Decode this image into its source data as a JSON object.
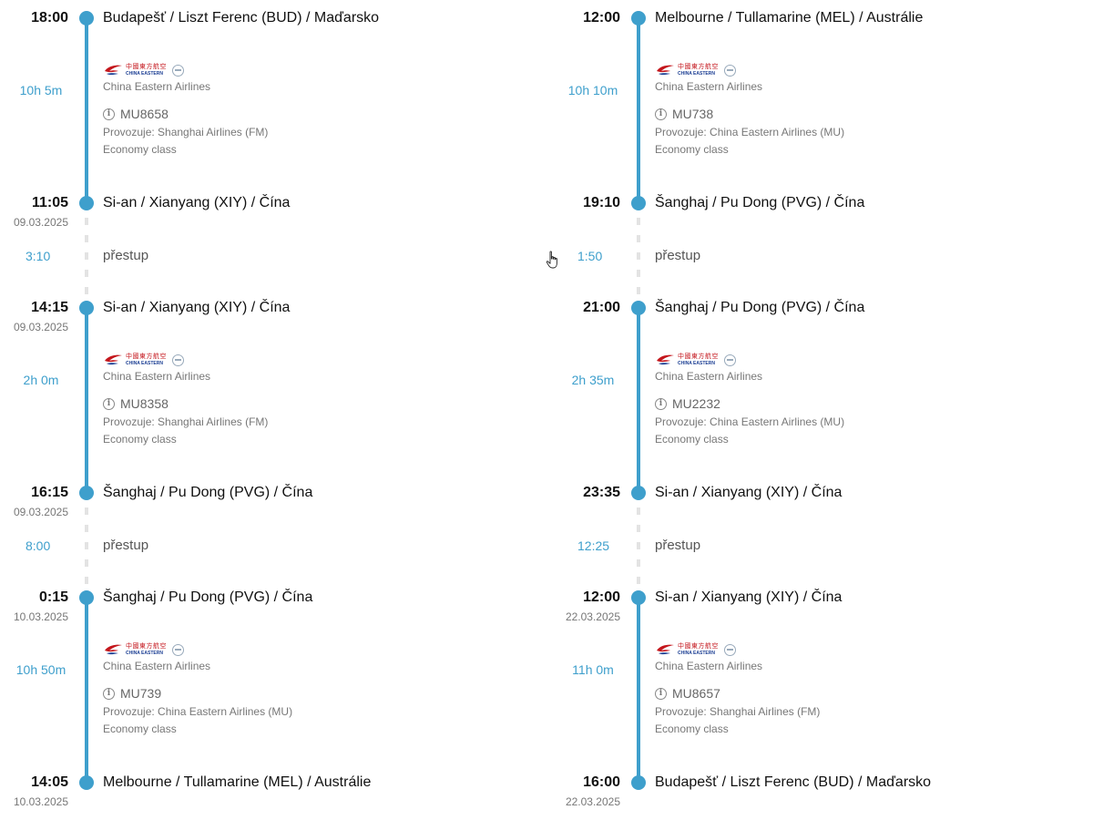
{
  "columns": [
    {
      "events": [
        {
          "type": "stop",
          "time": "18:00",
          "date": "",
          "place": "Budapešť / Liszt Ferenc (BUD) / Maďarsko"
        },
        {
          "type": "flight",
          "duration": "10h 5m",
          "airline": "China Eastern Airlines",
          "flight_no": "MU8658",
          "operator": "Provozuje: Shanghai Airlines (FM)",
          "cabin": "Economy class"
        },
        {
          "type": "stop",
          "time": "11:05",
          "date": "09.03.2025",
          "place": "Si-an / Xianyang (XIY) / Čína"
        },
        {
          "type": "transfer",
          "duration": "3:10",
          "label": "přestup"
        },
        {
          "type": "stop",
          "time": "14:15",
          "date": "09.03.2025",
          "place": "Si-an / Xianyang (XIY) / Čína"
        },
        {
          "type": "flight",
          "duration": "2h 0m",
          "airline": "China Eastern Airlines",
          "flight_no": "MU8358",
          "operator": "Provozuje: Shanghai Airlines (FM)",
          "cabin": "Economy class"
        },
        {
          "type": "stop",
          "time": "16:15",
          "date": "09.03.2025",
          "place": "Šanghaj / Pu Dong (PVG) / Čína"
        },
        {
          "type": "transfer",
          "duration": "8:00",
          "label": "přestup"
        },
        {
          "type": "stop",
          "time": "0:15",
          "date": "10.03.2025",
          "place": "Šanghaj / Pu Dong (PVG) / Čína"
        },
        {
          "type": "flight",
          "duration": "10h 50m",
          "airline": "China Eastern Airlines",
          "flight_no": "MU739",
          "operator": "Provozuje: China Eastern Airlines (MU)",
          "cabin": "Economy class"
        },
        {
          "type": "stop",
          "time": "14:05",
          "date": "10.03.2025",
          "place": "Melbourne / Tullamarine (MEL) / Austrálie"
        }
      ]
    },
    {
      "events": [
        {
          "type": "stop",
          "time": "12:00",
          "date": "",
          "place": "Melbourne / Tullamarine (MEL) / Austrálie"
        },
        {
          "type": "flight",
          "duration": "10h 10m",
          "airline": "China Eastern Airlines",
          "flight_no": "MU738",
          "operator": "Provozuje: China Eastern Airlines (MU)",
          "cabin": "Economy class"
        },
        {
          "type": "stop",
          "time": "19:10",
          "date": "",
          "place": "Šanghaj / Pu Dong (PVG) / Čína"
        },
        {
          "type": "transfer",
          "duration": "1:50",
          "label": "přestup"
        },
        {
          "type": "stop",
          "time": "21:00",
          "date": "",
          "place": "Šanghaj / Pu Dong (PVG) / Čína"
        },
        {
          "type": "flight",
          "duration": "2h 35m",
          "airline": "China Eastern Airlines",
          "flight_no": "MU2232",
          "operator": "Provozuje: China Eastern Airlines (MU)",
          "cabin": "Economy class"
        },
        {
          "type": "stop",
          "time": "23:35",
          "date": "",
          "place": "Si-an / Xianyang (XIY) / Čína"
        },
        {
          "type": "transfer",
          "duration": "12:25",
          "label": "přestup"
        },
        {
          "type": "stop",
          "time": "12:00",
          "date": "22.03.2025",
          "place": "Si-an / Xianyang (XIY) / Čína"
        },
        {
          "type": "flight",
          "duration": "11h 0m",
          "airline": "China Eastern Airlines",
          "flight_no": "MU8657",
          "operator": "Provozuje: Shanghai Airlines (FM)",
          "cabin": "Economy class"
        },
        {
          "type": "stop",
          "time": "16:00",
          "date": "22.03.2025",
          "place": "Budapešť / Liszt Ferenc (BUD) / Maďarsko"
        }
      ]
    }
  ],
  "logo_text": {
    "cn": "中國東方航空",
    "en": "CHINA EASTERN"
  },
  "colors": {
    "accent": "#3e9fcc",
    "logo_red": "#c4161c",
    "logo_blue": "#1c3f94"
  }
}
